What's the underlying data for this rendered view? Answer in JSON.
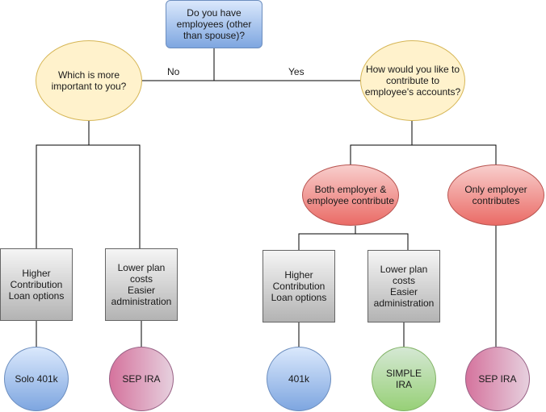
{
  "question_root": "Do you have employees (other than spouse)?",
  "edge_no": "No",
  "edge_yes": "Yes",
  "question_importance": "Which is more\nimportant to you?",
  "question_contribute": "How would you like to\ncontribute to\nemployee's accounts?",
  "option_both": "Both employer &\nemployee contribute",
  "option_employer": "Only employer\ncontributes",
  "criteria_left_higher": "Higher\nContribution\nLoan options",
  "criteria_left_lower": "Lower plan\ncosts\nEasier\nadministration",
  "criteria_right_higher": "Higher\nContribution\nLoan options",
  "criteria_right_lower": "Lower plan\ncosts\nEasier\nadministration",
  "result_solo401k": "Solo 401k",
  "result_sepira_left": "SEP IRA",
  "result_401k": "401k",
  "result_simpleira": "SIMPLE\nIRA",
  "result_sepira_right": "SEP IRA",
  "colors": {
    "blue_fill": "#dae8fc",
    "yellow_fill": "#fff2cc",
    "red_fill": "#f8cecc",
    "gray_fill": "#f5f5f5",
    "pink_fill": "#e6d0de",
    "green_fill": "#d5e8d4"
  }
}
